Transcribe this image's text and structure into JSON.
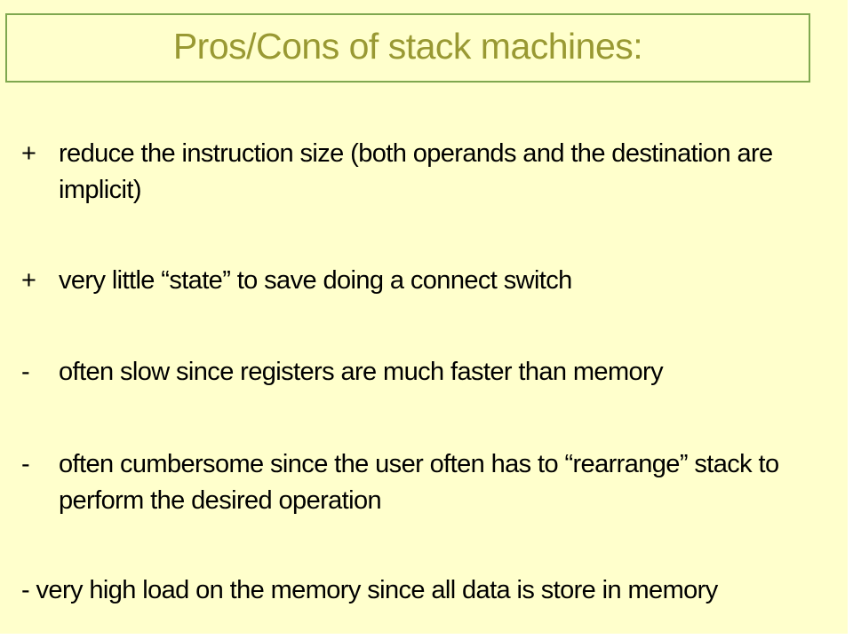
{
  "slide": {
    "title": "Pros/Cons of stack machines:",
    "items": [
      {
        "bullet": "+",
        "text": "reduce the instruction size (both operands and the destination are implicit)"
      },
      {
        "bullet": "+",
        "text": "very little “state” to save doing a connect switch"
      },
      {
        "bullet": "-",
        "text": "often slow since registers are much faster than memory"
      },
      {
        "bullet": "-",
        "text": "often cumbersome since the user often has to “rearrange” stack to perform the desired operation"
      },
      {
        "text": "- very high load on the memory since all data is store in memory"
      }
    ]
  },
  "colors": {
    "background": "#ffffcc",
    "title_text": "#999933",
    "title_border": "#7fa84f",
    "body_text": "#000000"
  }
}
